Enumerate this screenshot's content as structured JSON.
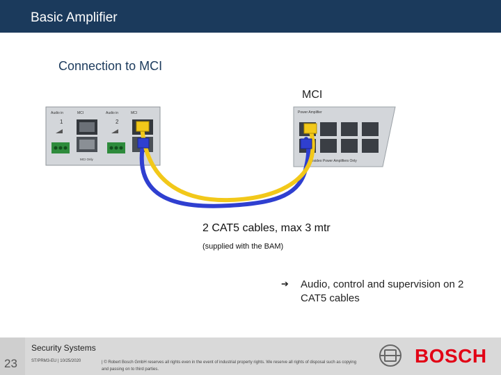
{
  "header": {
    "title": "Basic Amplifier"
  },
  "slide": {
    "heading": "Connection to MCI",
    "mci_label": "MCI",
    "cables_label": "2 CAT5 cables, max 3 mtr",
    "supplied_label": "(supplied with the BAM)",
    "arrow_glyph": "➔",
    "bullet_text": "Audio, control and supervision on 2  CAT5 cables"
  },
  "device_left": {
    "audio_in_1": "Audio in",
    "mci_1": "MCI",
    "num_1": "1",
    "audio_in_2": "Audio in",
    "mci_2": "MCI",
    "num_2": "2",
    "mci_only": "MCI Only"
  },
  "device_right": {
    "title": "Power Amplifier",
    "caption": "Praesideo Power Amplifiers Only"
  },
  "colors": {
    "cable_yellow": "#f2c81a",
    "cable_blue": "#2f3fd0",
    "header_bg": "#1b3a5c",
    "brand_red": "#e20015"
  },
  "footer": {
    "company": "Security Systems",
    "page_number": "23",
    "meta": "ST/PRM3-EU | 10/25/2020",
    "copyright": "| © Robert Bosch GmbH reserves all rights even in the event of industrial property rights. We reserve all rights of disposal such as copying and passing on to third parties.",
    "brand": "BOSCH"
  }
}
